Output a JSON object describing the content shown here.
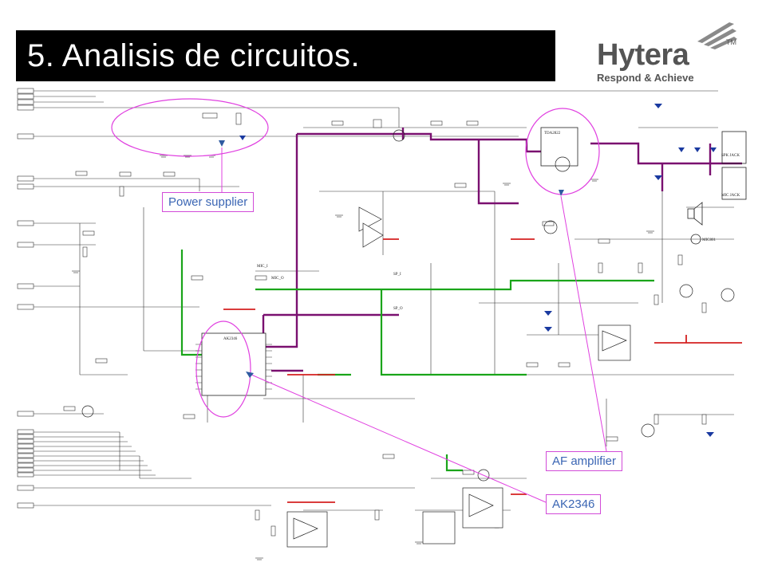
{
  "slide": {
    "title": "5. Analisis de circuitos."
  },
  "logo": {
    "brand": "Hytera",
    "tm": "TM",
    "tagline": "Respond & Achieve",
    "icon": "wings-icon",
    "color": "#545454"
  },
  "callouts": {
    "power": "Power supplier",
    "af": "AF amplifier",
    "ak": "AK2346",
    "border_color": "#d24bd8",
    "text_color": "#3b66b4"
  },
  "schematic": {
    "ic_main": "AK2346",
    "ic_amp": "TDA2822",
    "labels": {
      "mic": "MIC_I",
      "mic_o": "MIC_O",
      "sp_i": "SP_I",
      "sp_o": "SP_O",
      "spk_jack": "SPK JACK",
      "mic_jack": "MIC JACK",
      "mic_unit": "MIC801"
    },
    "colors": {
      "green": "#1aa51a",
      "purple": "#7a1070",
      "red": "#d42020",
      "pink": "#e040e0"
    }
  }
}
